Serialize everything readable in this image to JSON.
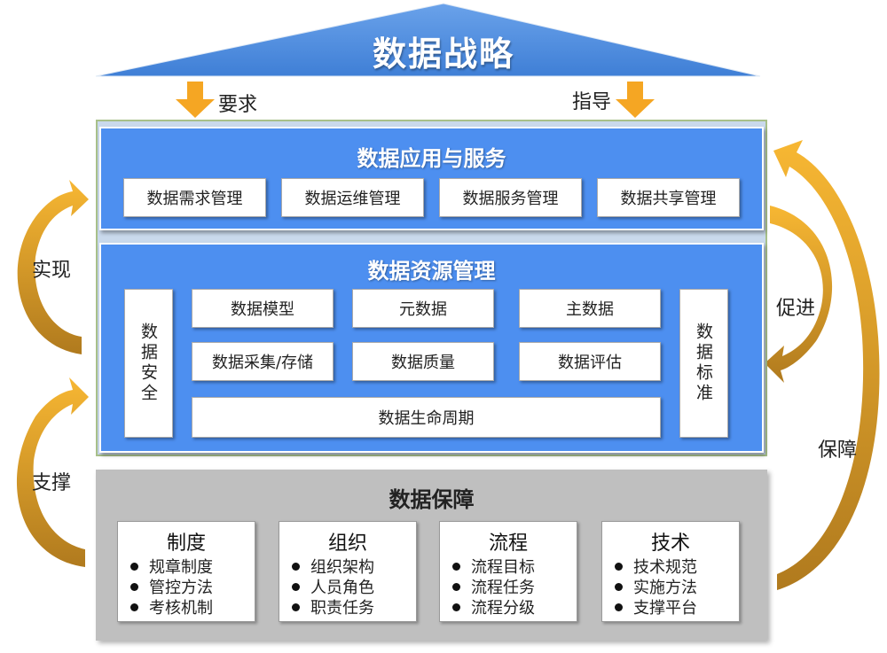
{
  "strategy": {
    "title": "数据战略"
  },
  "arrows": {
    "left_label": "要求",
    "right_label": "指导"
  },
  "side_labels": {
    "realize": "实现",
    "support": "支撑",
    "promote": "促进",
    "guarantee": "保障"
  },
  "application": {
    "title": "数据应用与服务",
    "items": [
      "数据需求管理",
      "数据运维管理",
      "数据服务管理",
      "数据共享管理"
    ]
  },
  "resource": {
    "title": "数据资源管理",
    "left_vertical": "数据安全",
    "right_vertical": "数据标准",
    "grid": [
      "数据模型",
      "元数据",
      "主数据",
      "数据采集/存储",
      "数据质量",
      "数据评估"
    ],
    "lifecycle": "数据生命周期"
  },
  "guarantee_panel": {
    "title": "数据保障",
    "cards": [
      {
        "title": "制度",
        "items": [
          "规章制度",
          "管控方法",
          "考核机制"
        ]
      },
      {
        "title": "组织",
        "items": [
          "组织架构",
          "人员角色",
          "职责任务"
        ]
      },
      {
        "title": "流程",
        "items": [
          "流程目标",
          "流程任务",
          "流程分级"
        ]
      },
      {
        "title": "技术",
        "items": [
          "技术规范",
          "实施方法",
          "支撑平台"
        ]
      }
    ]
  },
  "colors": {
    "roof": "#4a86d8",
    "panel": "#4d8ff0",
    "arrow": "#f5a623",
    "bottom": "#bfbfbf"
  }
}
